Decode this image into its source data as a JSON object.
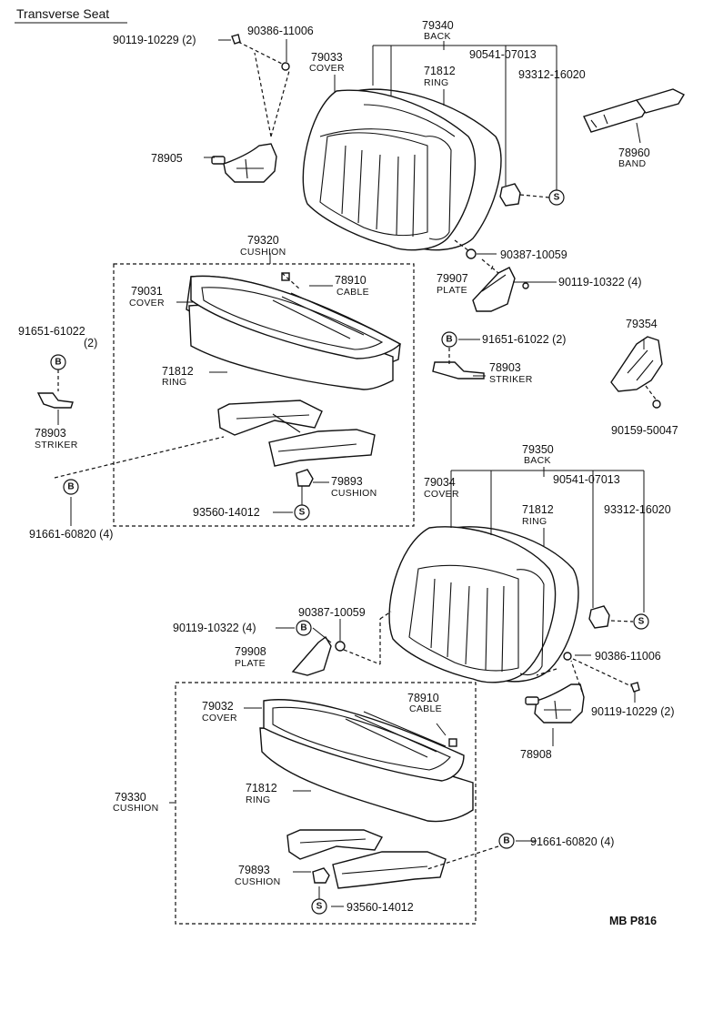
{
  "title": "Transverse Seat",
  "footer_code": "MB  P816",
  "symbols": {
    "b": "B",
    "s": "S"
  },
  "labels": {
    "p90119_10229_a": "90119-10229 (2)",
    "p90386_11006_a": "90386-11006",
    "p79340": "79340",
    "p79340_name": "BACK",
    "p79033": "79033",
    "p79033_name": "COVER",
    "p71812_a": "71812",
    "p71812_a_name": "RING",
    "p90541_07013_a": "90541-07013",
    "p93312_16020_a": "93312-16020",
    "p78960": "78960",
    "p78960_name": "BAND",
    "p78905": "78905",
    "p79320": "79320",
    "p79320_name": "CUSHION",
    "p90387_10059_a": "90387-10059",
    "p79031": "79031",
    "p79031_name": "COVER",
    "p78910_a": "78910",
    "p78910_a_name": "CABLE",
    "p79907": "79907",
    "p79907_name": "PLATE",
    "p90119_10322_a": "90119-10322 (4)",
    "p91651_61022_a": "91651-61022",
    "p91651_61022_a_qty": "(2)",
    "p91651_61022_b": "91651-61022 (2)",
    "p79354": "79354",
    "p71812_b": "71812",
    "p71812_b_name": "RING",
    "p78903_a": "78903",
    "p78903_a_name": "STRIKER",
    "p78903_b": "78903",
    "p78903_b_name": "STRIKER",
    "p90159_50047": "90159-50047",
    "p79350": "79350",
    "p79350_name": "BACK",
    "p79893_a": "79893",
    "p79893_a_name": "CUSHION",
    "p79034": "79034",
    "p79034_name": "COVER",
    "p90541_07013_b": "90541-07013",
    "p93560_14012_a": "93560-14012",
    "p71812_c": "71812",
    "p71812_c_name": "RING",
    "p93312_16020_b": "93312-16020",
    "p91661_60820_a": "91661-60820 (4)",
    "p90387_10059_b": "90387-10059",
    "p90119_10322_b": "90119-10322 (4)",
    "p79908": "79908",
    "p79908_name": "PLATE",
    "p90386_11006_b": "90386-11006",
    "p90119_10229_b": "90119-10229 (2)",
    "p79032": "79032",
    "p79032_name": "COVER",
    "p78910_b": "78910",
    "p78910_b_name": "CABLE",
    "p78908": "78908",
    "p79330": "79330",
    "p79330_name": "CUSHION",
    "p71812_d": "71812",
    "p71812_d_name": "RING",
    "p91661_60820_b": "91661-60820 (4)",
    "p79893_b": "79893",
    "p79893_b_name": "CUSHION",
    "p93560_14012_b": "93560-14012"
  }
}
